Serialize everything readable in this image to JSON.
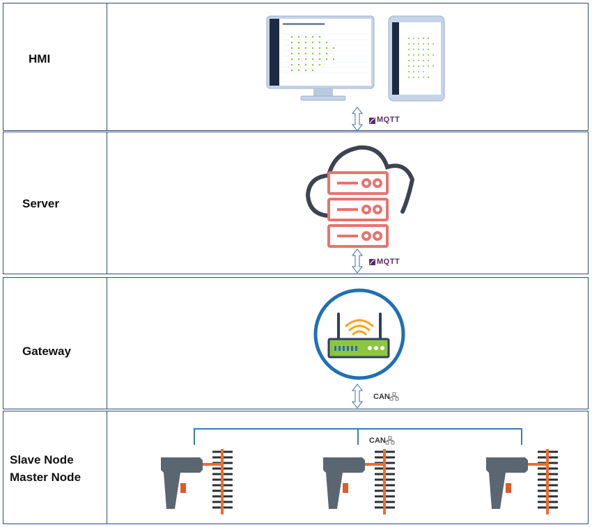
{
  "rows": [
    {
      "label": "HMI"
    },
    {
      "label": "Server"
    },
    {
      "label": "Gateway"
    },
    {
      "label_line1": "Slave Node",
      "label_line2": "Master Node"
    }
  ],
  "protocols": {
    "hmi_server": "MQTT",
    "server_gateway": "MQTT",
    "gateway_nodes": "CAN",
    "node_bus": "CAN"
  },
  "colors": {
    "border": "#2e4a78",
    "server_icon": "#e8736f",
    "cloud_outline": "#3d4450",
    "router_ring": "#1f6fb5",
    "router_body": "#8dc63f",
    "wifi_waves": "#f5a623",
    "scanner_body": "#5a6670",
    "scanner_trigger": "#e05a2a",
    "laser": "#f26b2a",
    "bus_line": "#3b79b7"
  }
}
